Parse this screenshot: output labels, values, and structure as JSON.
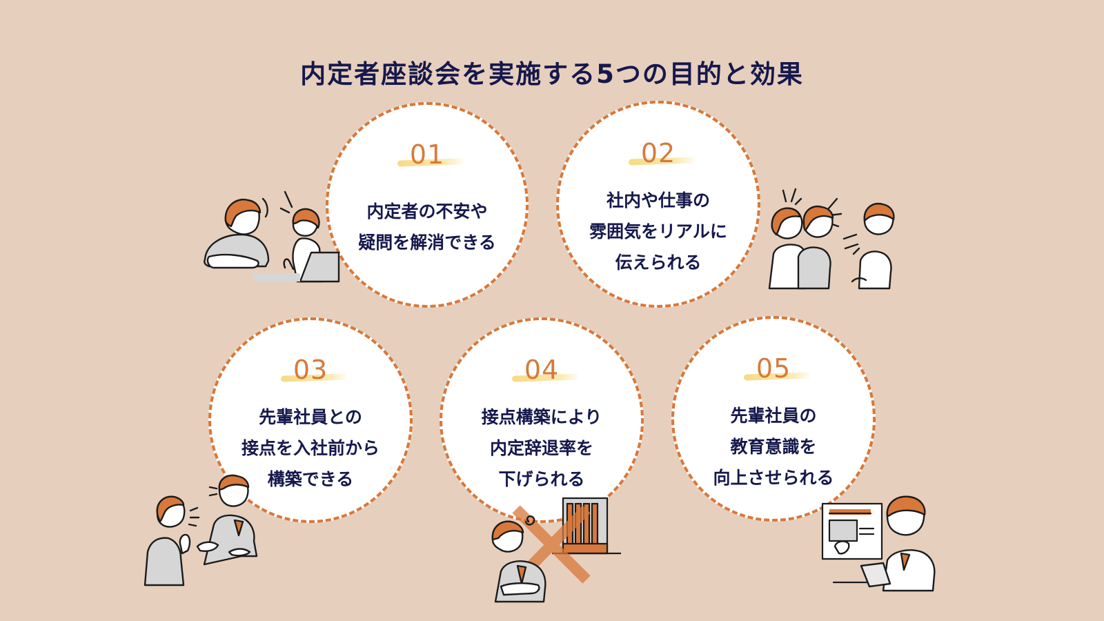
{
  "page": {
    "title": "内定者座談会を実施する5つの目的と効果"
  },
  "colors": {
    "background": "#E7CFBD",
    "circle_fill": "#FFFFFF",
    "circle_border": "#D8783A",
    "number": "#D67A3A",
    "number_highlight": "#F6D678",
    "text": "#15184C",
    "illustration_accent": "#D8783A",
    "illustration_gray": "#D4D4D4"
  },
  "items": [
    {
      "number": "01",
      "lines": [
        "内定者の不安や",
        "疑問を解消できる"
      ],
      "illustration": "two-people-consulting-at-laptop-illustration"
    },
    {
      "number": "02",
      "lines": [
        "社内や仕事の",
        "雰囲気をリアルに",
        "伝えられる"
      ],
      "illustration": "three-people-chatting-illustration"
    },
    {
      "number": "03",
      "lines": [
        "先輩社員との",
        "接点を入社前から",
        "構築できる"
      ],
      "illustration": "businessmen-handshake-illustration"
    },
    {
      "number": "04",
      "lines": [
        "接点構築により",
        "内定辞退率を",
        "下げられる"
      ],
      "illustration": "worried-man-with-crossed-out-building-illustration"
    },
    {
      "number": "05",
      "lines": [
        "先輩社員の",
        "教育意識を",
        "向上させられる"
      ],
      "illustration": "man-presenting-at-whiteboard-illustration"
    }
  ]
}
